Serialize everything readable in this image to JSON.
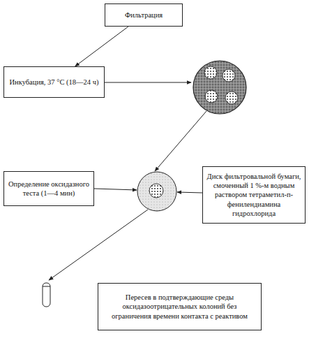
{
  "diagram": {
    "nodes": [
      {
        "text": [
          "Фильтрация"
        ]
      },
      {
        "text": [
          "Инкубация, 37 °C (18—24 ч)"
        ]
      },
      {
        "text": [
          "Определение оксидазного теста (1—4 мин)"
        ]
      },
      {
        "text": [
          "Диск фильтровальной бумаги, смоченный 1 %-м водным раствором тетраметил-п-фенилендиамина гидрохлорида"
        ]
      },
      {
        "text": [
          "Пересев в подтверждающие среды оксидазоотрицательных колоний без ограничения времени контакта с реактивом"
        ]
      }
    ],
    "edges": [
      {
        "from": 0,
        "to": 1,
        "arrow": "to"
      }
    ]
  }
}
